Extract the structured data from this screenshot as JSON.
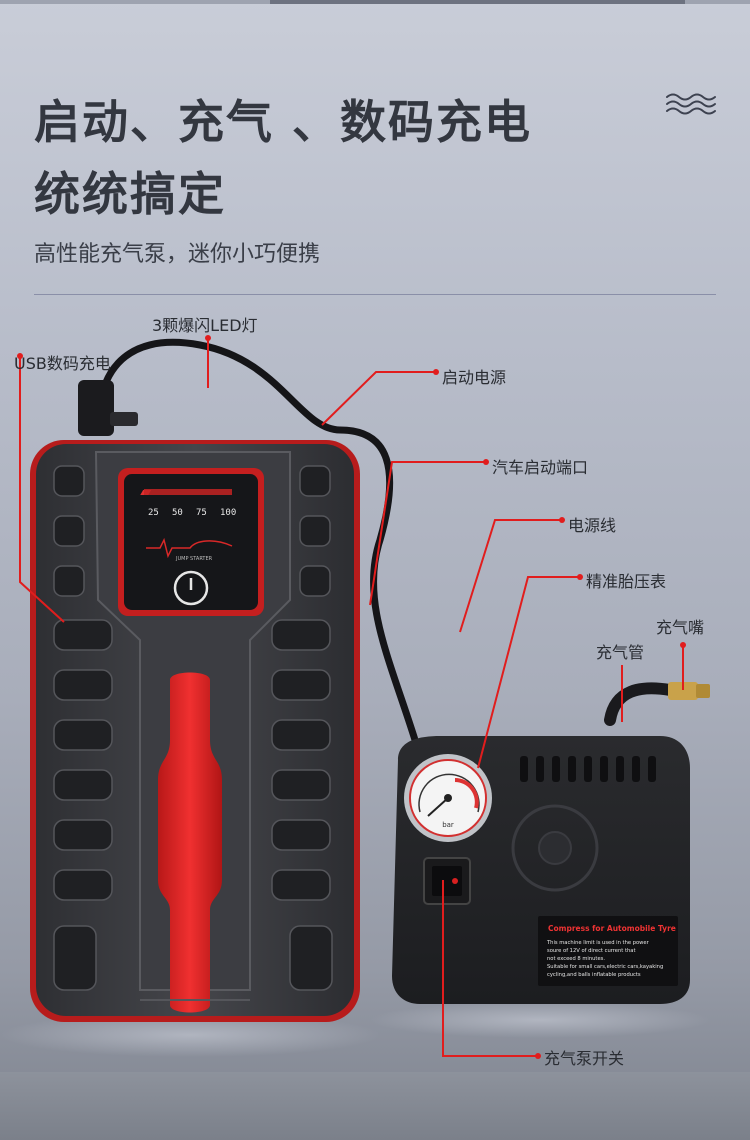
{
  "headline": {
    "line1": "启动、充气 、数码充电",
    "line2": "统统搞定"
  },
  "subhead": "高性能充气泵，迷你小巧便携",
  "callouts": {
    "usb": "USB数码充电",
    "led": "3颗爆闪LED灯",
    "power": "启动电源",
    "car_port": "汽车启动端口",
    "cable": "电源线",
    "gauge": "精准胎压表",
    "nozzle": "充气嘴",
    "hose": "充气管",
    "switch": "充气泵开关"
  },
  "device": {
    "screen_values": [
      "25",
      "50",
      "75",
      "100"
    ],
    "screen_brand": "JUMP STARTER"
  },
  "compressor": {
    "panel_title": "Compress for Automobile Tyre",
    "panel_text": [
      "This machine limit is used in the power",
      "soure of 12V of direct current that",
      "not exceed 8 minutes.",
      "Suitable for small cars,electric cars,kayaking",
      "cycling,and balls inflatable products"
    ],
    "gauge_unit": "bar"
  },
  "colors": {
    "accent": "#e02828",
    "device_body": "#3a3b3f",
    "text": "#333740"
  }
}
